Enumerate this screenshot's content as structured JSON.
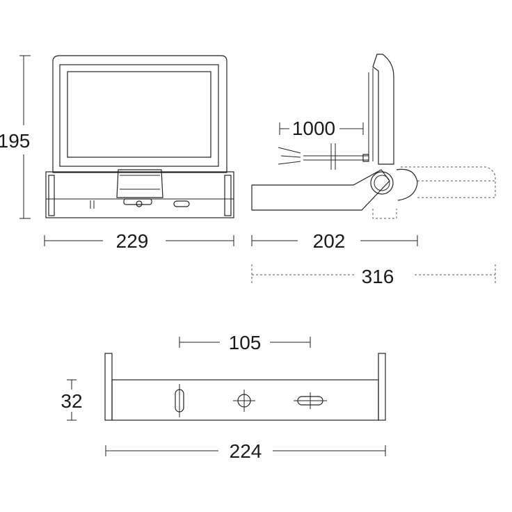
{
  "dimensions": {
    "front_height": "195",
    "front_width": "229",
    "side_cable": "1000",
    "side_depth": "202",
    "side_depth_max": "316",
    "bracket_hole_spacing": "105",
    "bracket_height": "32",
    "bracket_width": "224"
  }
}
